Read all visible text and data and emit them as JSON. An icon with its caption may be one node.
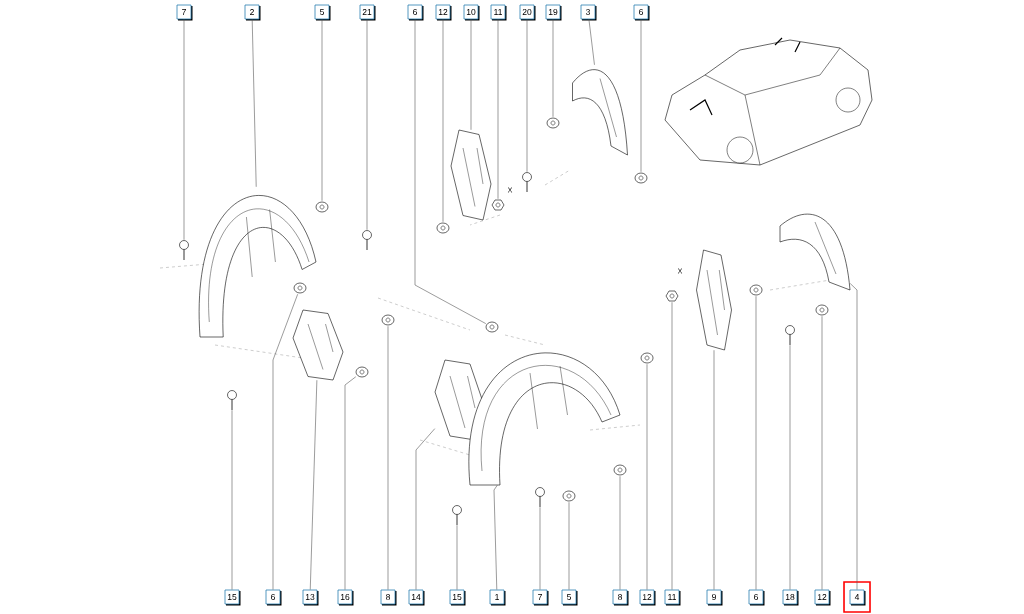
{
  "diagram": {
    "nodes": [
      {
        "text": [
          "7"
        ]
      },
      {
        "text": [
          "2"
        ]
      },
      {
        "text": [
          "5"
        ]
      },
      {
        "text": [
          "21"
        ]
      },
      {
        "text": [
          "6"
        ]
      },
      {
        "text": [
          "12"
        ]
      },
      {
        "text": [
          "10"
        ]
      },
      {
        "text": [
          "11"
        ]
      },
      {
        "text": [
          "20"
        ]
      },
      {
        "text": [
          "19"
        ]
      },
      {
        "text": [
          "3"
        ]
      },
      {
        "text": [
          "6"
        ]
      },
      {
        "text": [
          "15"
        ]
      },
      {
        "text": [
          "6"
        ]
      },
      {
        "text": [
          "13"
        ]
      },
      {
        "text": [
          "16"
        ]
      },
      {
        "text": [
          "8"
        ]
      },
      {
        "text": [
          "14"
        ]
      },
      {
        "text": [
          "15"
        ]
      },
      {
        "text": [
          "1"
        ]
      },
      {
        "text": [
          "7"
        ]
      },
      {
        "text": [
          "5"
        ]
      },
      {
        "text": [
          "8"
        ]
      },
      {
        "text": [
          "12"
        ]
      },
      {
        "text": [
          "11"
        ]
      },
      {
        "text": [
          "9"
        ]
      },
      {
        "text": [
          "6"
        ]
      },
      {
        "text": [
          "18"
        ]
      },
      {
        "text": [
          "12"
        ]
      },
      {
        "text": [
          "4"
        ]
      },
      {
        "text": [],
        "shape": "picture"
      },
      {
        "text": [],
        "shape": "picture"
      },
      {
        "text": [],
        "shape": "picture"
      },
      {
        "text": [],
        "shape": "picture"
      },
      {
        "text": [],
        "shape": "picture"
      },
      {
        "text": [],
        "shape": "picture"
      },
      {
        "text": [],
        "shape": "picture"
      },
      {
        "text": [],
        "shape": "picture"
      },
      {
        "text": [],
        "shape": "picture"
      },
      {
        "text": [],
        "shape": "picture"
      },
      {
        "text": [],
        "shape": "picture"
      },
      {
        "text": [],
        "shape": "picture"
      },
      {
        "text": [],
        "shape": "picture"
      },
      {
        "text": [],
        "shape": "picture"
      },
      {
        "text": [],
        "shape": "picture"
      },
      {
        "text": [],
        "shape": "picture"
      },
      {
        "text": [],
        "shape": "picture"
      },
      {
        "text": [],
        "shape": "picture"
      },
      {
        "text": [],
        "shape": "picture"
      },
      {
        "text": [],
        "shape": "picture"
      },
      {
        "text": [],
        "shape": "picture"
      },
      {
        "text": [],
        "shape": "picture"
      },
      {
        "text": [],
        "shape": "picture"
      },
      {
        "text": [],
        "shape": "picture"
      },
      {
        "text": [],
        "shape": "picture"
      },
      {
        "text": [],
        "shape": "picture"
      },
      {
        "text": [],
        "shape": "picture"
      },
      {
        "text": [],
        "shape": "picture"
      },
      {
        "text": [],
        "shape": "picture"
      },
      {
        "text": [],
        "shape": "picture"
      }
    ],
    "edges": [
      {
        "from": 0,
        "to": 30,
        "arrow": "none"
      },
      {
        "from": 1,
        "to": 31,
        "arrow": "none"
      },
      {
        "from": 2,
        "to": 32,
        "arrow": "none"
      },
      {
        "from": 3,
        "to": 33,
        "arrow": "none"
      },
      {
        "from": 4,
        "to": 34,
        "arrow": "none"
      },
      {
        "from": 5,
        "to": 35,
        "arrow": "none"
      },
      {
        "from": 6,
        "to": 36,
        "arrow": "none"
      },
      {
        "from": 7,
        "to": 37,
        "arrow": "none"
      },
      {
        "from": 8,
        "to": 38,
        "arrow": "none"
      },
      {
        "from": 9,
        "to": 39,
        "arrow": "none"
      },
      {
        "from": 10,
        "to": 40,
        "arrow": "none"
      },
      {
        "from": 11,
        "to": 41,
        "arrow": "none"
      },
      {
        "from": 12,
        "to": 42,
        "arrow": "none"
      },
      {
        "from": 13,
        "to": 43,
        "arrow": "none"
      },
      {
        "from": 14,
        "to": 44,
        "arrow": "none"
      },
      {
        "from": 15,
        "to": 45,
        "arrow": "none"
      },
      {
        "from": 16,
        "to": 46,
        "arrow": "none"
      },
      {
        "from": 17,
        "to": 47,
        "arrow": "none"
      },
      {
        "from": 18,
        "to": 48,
        "arrow": "none"
      },
      {
        "from": 19,
        "to": 49,
        "arrow": "none"
      },
      {
        "from": 20,
        "to": 50,
        "arrow": "none"
      },
      {
        "from": 21,
        "to": 51,
        "arrow": "none"
      },
      {
        "from": 22,
        "to": 52,
        "arrow": "none"
      },
      {
        "from": 23,
        "to": 53,
        "arrow": "none"
      },
      {
        "from": 24,
        "to": 54,
        "arrow": "none"
      },
      {
        "from": 25,
        "to": 55,
        "arrow": "none"
      },
      {
        "from": 26,
        "to": 56,
        "arrow": "none"
      },
      {
        "from": 27,
        "to": 57,
        "arrow": "none"
      },
      {
        "from": 28,
        "to": 58,
        "arrow": "none"
      },
      {
        "from": 29,
        "to": 59,
        "arrow": "none"
      }
    ],
    "labels": [
      "X",
      "X"
    ]
  }
}
